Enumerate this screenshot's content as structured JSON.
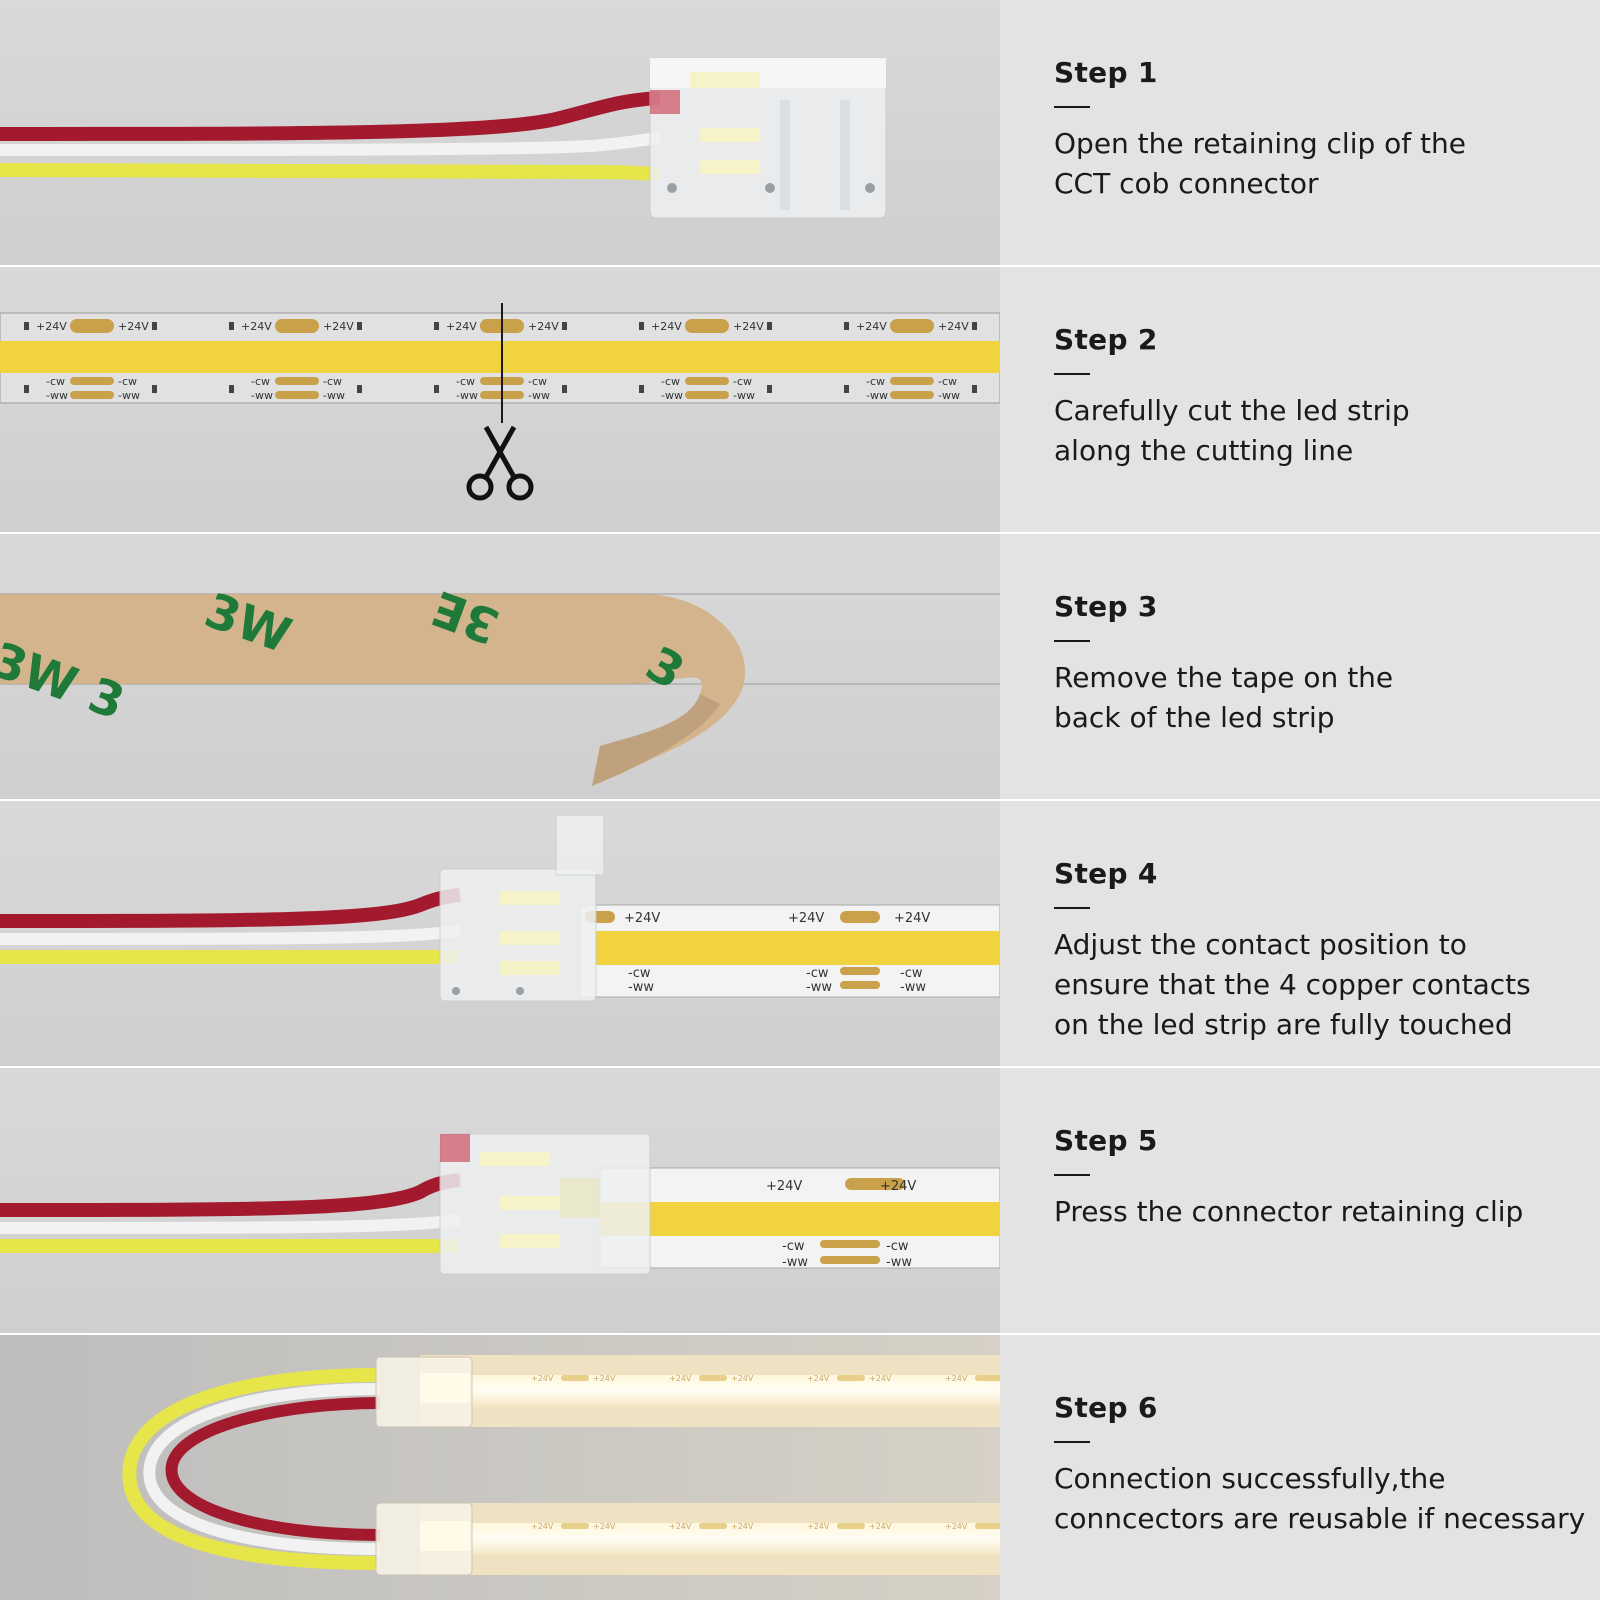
{
  "steps": [
    {
      "title": "Step 1",
      "description": "Open the retaining clip of the\nCCT cob connector"
    },
    {
      "title": "Step 2",
      "description": "Carefully cut the led strip\nalong the cutting line"
    },
    {
      "title": "Step 3",
      "description": "Remove the tape on the\nback of the led strip"
    },
    {
      "title": "Step 4",
      "description": "Adjust the contact position to\nensure that the 4 copper contacts\non the led strip are fully touched"
    },
    {
      "title": "Step 5",
      "description": "Press the connector retaining clip"
    },
    {
      "title": "Step 6",
      "description": "Connection successfully,the\nconncectors are reusable if necessary"
    }
  ],
  "pad_labels": {
    "plus": "+24V",
    "cw": "-cw",
    "ww": "-ww"
  },
  "tape_labels": {
    "a": "3W",
    "b": "3E",
    "c": "3W 3",
    "d": "3"
  },
  "colors": {
    "wire_red": "#a31a2e",
    "wire_white": "#f2f2f2",
    "wire_yellow": "#e6e54a",
    "strip_yellow": "#f1d33f",
    "copper": "#c9a14a",
    "tape": "#d3b48c",
    "tape_text": "#1f7a3a"
  }
}
